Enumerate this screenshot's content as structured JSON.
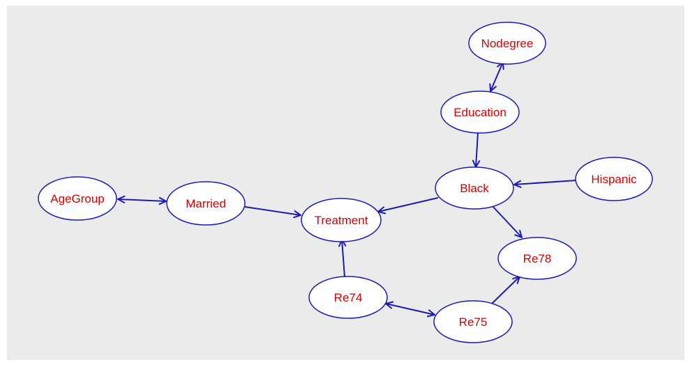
{
  "diagram": {
    "background_color": "#ebebeb",
    "node_fill": "#ffffff",
    "node_stroke": "#1a1ab4",
    "edge_color": "#1a1ab4",
    "label_color": "#d40000",
    "nodes": {
      "agegroup": "AgeGroup",
      "married": "Married",
      "treatment": "Treatment",
      "nodegree": "Nodegree",
      "education": "Education",
      "black": "Black",
      "hispanic": "Hispanic",
      "re78": "Re78",
      "re74": "Re74",
      "re75": "Re75"
    },
    "edges": [
      {
        "from": "agegroup",
        "to": "married",
        "bidirectional": true
      },
      {
        "from": "married",
        "to": "treatment",
        "bidirectional": false
      },
      {
        "from": "nodegree",
        "to": "education",
        "bidirectional": true
      },
      {
        "from": "education",
        "to": "black",
        "bidirectional": false
      },
      {
        "from": "hispanic",
        "to": "black",
        "bidirectional": false
      },
      {
        "from": "black",
        "to": "treatment",
        "bidirectional": false
      },
      {
        "from": "black",
        "to": "re78",
        "bidirectional": false
      },
      {
        "from": "re74",
        "to": "treatment",
        "bidirectional": false
      },
      {
        "from": "re74",
        "to": "re75",
        "bidirectional": true
      },
      {
        "from": "re75",
        "to": "re78",
        "bidirectional": false
      }
    ]
  }
}
